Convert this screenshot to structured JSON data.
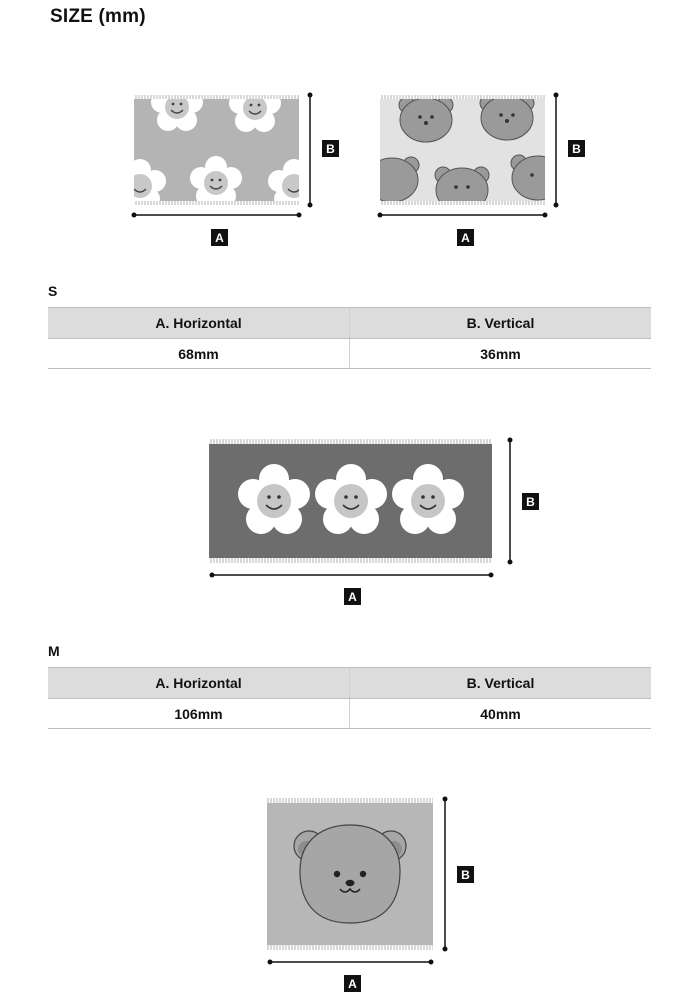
{
  "page": {
    "title": "SIZE (mm)"
  },
  "dimension_markers": {
    "horizontal": "A",
    "vertical": "B"
  },
  "sizes": [
    {
      "label": "S",
      "columns": [
        "A. Horizontal",
        "B. Vertical"
      ],
      "values": [
        "68mm",
        "36mm"
      ]
    },
    {
      "label": "M",
      "columns": [
        "A. Horizontal",
        "B. Vertical"
      ],
      "values": [
        "106mm",
        "40mm"
      ]
    }
  ],
  "colors": {
    "flower_bg_light": "#b4b4b4",
    "bear_bg_light": "#e2e2e2",
    "flower_bg_dark": "#6d6d6d",
    "bear_bg_large": "#b7b7b7",
    "bear_fill": "#9a9a9a",
    "marker": "#111111"
  }
}
